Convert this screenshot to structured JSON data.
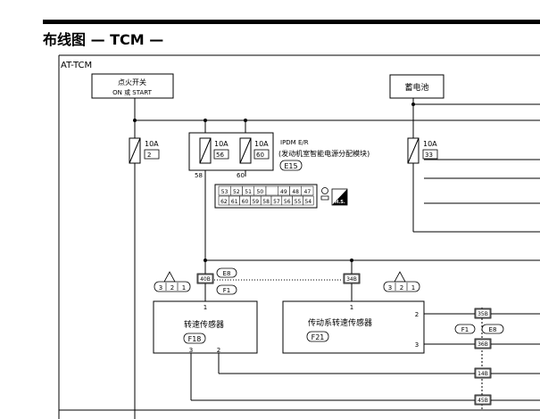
{
  "page": {
    "title": "布线图 — TCM —",
    "section_label": "AT-TCM"
  },
  "components": {
    "ignition_switch": {
      "line1": "点火开关",
      "line2": "ON 或 START"
    },
    "battery": {
      "label": "蓄电池"
    },
    "fuse_left": {
      "rating": "10A",
      "number": "2"
    },
    "fuse_ipdm_a": {
      "rating": "10A",
      "number": "56"
    },
    "fuse_ipdm_b": {
      "rating": "10A",
      "number": "60"
    },
    "fuse_right": {
      "rating": "10A",
      "number": "33"
    },
    "ipdm": {
      "title": "IPDM E/R",
      "subtitle": "(发动机室智能电源分配模块)",
      "connector": "E15",
      "pin_a": "58",
      "pin_b": "60"
    },
    "connector_face": {
      "row1": [
        "53",
        "52",
        "51",
        "50",
        "",
        "49",
        "48",
        "47"
      ],
      "row2": [
        "62",
        "61",
        "60",
        "59",
        "58",
        "57",
        "56",
        "55",
        "54"
      ],
      "badge": "H.S."
    },
    "turbine_sensor": {
      "label": "转速传感器",
      "connector": "F18",
      "pin_top": "1",
      "pin_left": "3",
      "pin_right": "2"
    },
    "output_sensor": {
      "label": "传动系转速传感器",
      "connector": "F21",
      "pin_top": "1",
      "pin_right_top": "2",
      "pin_right_bottom": "3"
    }
  },
  "connectors": {
    "c40b": "40B",
    "c34b": "34B",
    "e8_top": "E8",
    "f1_top": "F1",
    "c35b": "35B",
    "c36b": "36B",
    "c14b": "14B",
    "c45b": "45B",
    "f1_right": "F1",
    "e8_right": "E8"
  },
  "legends": {
    "left": [
      "3",
      "2",
      "1"
    ],
    "right": [
      "3",
      "2",
      "1"
    ]
  }
}
